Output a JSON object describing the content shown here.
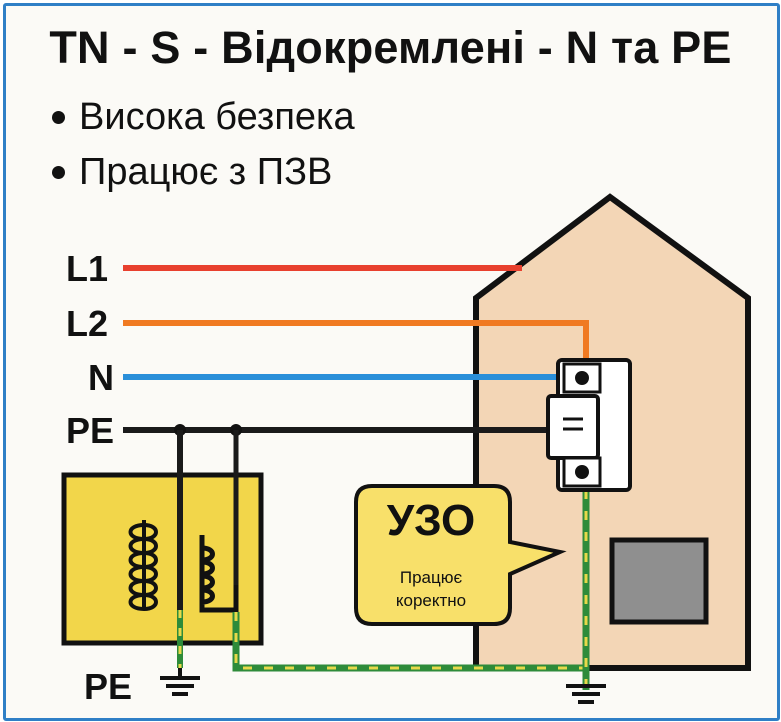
{
  "title": "TN - S - Відокремлені - N та PE",
  "bullets": [
    "Висока безпека",
    "Працює з ПЗВ"
  ],
  "wires": {
    "l1": {
      "label": "L1",
      "color": "#e8402e"
    },
    "l2": {
      "label": "L2",
      "color": "#f07a22"
    },
    "n": {
      "label": "N",
      "color": "#2a8fd9"
    },
    "pe": {
      "label": "PE",
      "color": "#1a1a1a"
    }
  },
  "ground_wire_colors": {
    "green": "#2e8b3a",
    "yellow": "#e7d94a"
  },
  "house_color": "#f3d6b6",
  "transformer_color": "#f2d64a",
  "callout": {
    "title": "УЗО",
    "line1": "Працює",
    "line2": "коректно",
    "color": "#f8e06a"
  },
  "ground_label": "PE"
}
